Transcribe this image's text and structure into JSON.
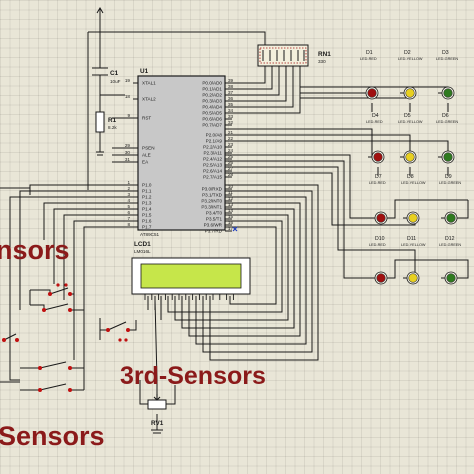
{
  "components": {
    "u1": {
      "ref": "U1",
      "part": "AT89C51"
    },
    "c1": {
      "ref": "C1",
      "value": "10uF"
    },
    "r1": {
      "ref": "R1",
      "value": "8.2k"
    },
    "rn1": {
      "ref": "RN1",
      "value": "330"
    },
    "lcd": {
      "ref": "LCD1",
      "part": "LM016L"
    },
    "rv1": {
      "ref": "RV1"
    }
  },
  "mcu_pins_left": [
    "XTAL1",
    "XTAL2",
    "RST",
    "PSEN",
    "ALE",
    "EA",
    "P1.0",
    "P1.1",
    "P1.2",
    "P1.3",
    "P1.4",
    "P1.5",
    "P1.6",
    "P1.7"
  ],
  "mcu_pins_left_numbers": [
    "19",
    "18",
    "9",
    "29",
    "30",
    "31",
    "1",
    "2",
    "3",
    "4",
    "5",
    "6",
    "7",
    "8"
  ],
  "mcu_pins_right": [
    "P0.0/AD0",
    "P0.1/AD1",
    "P0.2/AD2",
    "P0.3/AD3",
    "P0.4/AD4",
    "P0.5/AD5",
    "P0.6/AD6",
    "P0.7/AD7",
    "P2.0/A8",
    "P2.1/A9",
    "P2.2/A10",
    "P2.3/A11",
    "P2.4/A12",
    "P2.5/A13",
    "P2.6/A14",
    "P2.7/A15",
    "P3.0/RXD",
    "P3.1/TXD",
    "P3.2/INT0",
    "P3.3/INT1",
    "P3.4/T0",
    "P3.5/T1",
    "P3.6/WR",
    "P3.7/RD"
  ],
  "mcu_pins_right_numbers": [
    "39",
    "38",
    "37",
    "36",
    "35",
    "34",
    "33",
    "32",
    "21",
    "22",
    "23",
    "24",
    "25",
    "26",
    "27",
    "28",
    "10",
    "11",
    "12",
    "13",
    "14",
    "15",
    "16",
    "17"
  ],
  "leds": [
    {
      "ref": "D1",
      "type": "LED-RED",
      "color": "#a01010"
    },
    {
      "ref": "D2",
      "type": "LED-YELLOW",
      "color": "#e8d020"
    },
    {
      "ref": "D3",
      "type": "LED-GREEN",
      "color": "#2f7a1f"
    },
    {
      "ref": "D4",
      "type": "LED-RED",
      "color": "#a01010"
    },
    {
      "ref": "D5",
      "type": "LED-YELLOW",
      "color": "#e8d020"
    },
    {
      "ref": "D6",
      "type": "LED-GREEN",
      "color": "#2f7a1f"
    },
    {
      "ref": "D7",
      "type": "LED-RED",
      "color": "#a01010"
    },
    {
      "ref": "D8",
      "type": "LED-YELLOW",
      "color": "#e8d020"
    },
    {
      "ref": "D9",
      "type": "LED-GREEN",
      "color": "#2f7a1f"
    },
    {
      "ref": "D10",
      "type": "LED-RED",
      "color": "#a01010"
    },
    {
      "ref": "D11",
      "type": "LED-YELLOW",
      "color": "#e8d020"
    },
    {
      "ref": "D12",
      "type": "LED-GREEN",
      "color": "#2f7a1f"
    }
  ],
  "overlay_labels": {
    "sensors_top": "nsors",
    "third_sensors": "3rd-Sensors",
    "sensors_bottom": "Sensors"
  },
  "colors": {
    "background": "#e9e6d7",
    "wire": "#1a1a1a",
    "mcu_body": "#c8c8c8",
    "lcd_screen": "#c6e64a",
    "overlay_text": "#8b1a1a",
    "switch_contacts": "#c01010"
  }
}
